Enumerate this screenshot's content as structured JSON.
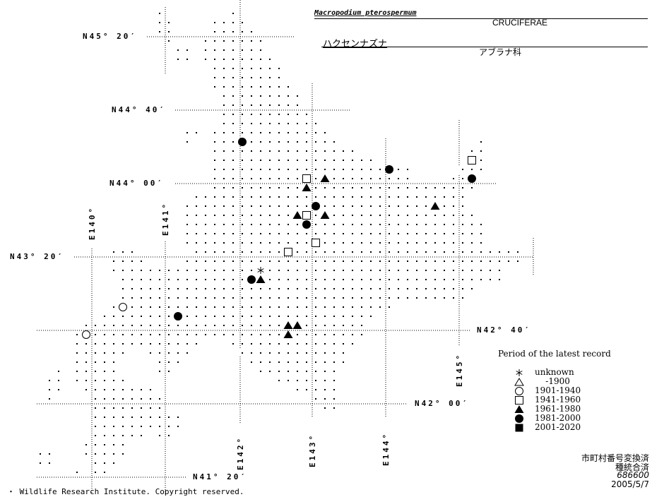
{
  "header": {
    "scientific_name": "Macropodium pterospermum",
    "family": "CRUCIFERAE",
    "japanese_name": "ハクセンナズナ",
    "japanese_family": "アブラナ科"
  },
  "grid_labels": {
    "lat": [
      "N45° 20′",
      "N44° 40′",
      "N44° 00′",
      "N43° 20′",
      "N42° 40′",
      "N42° 00′",
      "N41° 20′"
    ],
    "lon": [
      "E140°",
      "E141°",
      "E142°",
      "E143°",
      "E144°",
      "E145°"
    ]
  },
  "legend": {
    "title": "Period of the latest record",
    "items": [
      {
        "key": "unknown",
        "symbol": "asterisk-icon",
        "label": "unknown"
      },
      {
        "key": "p1900",
        "symbol": "open-triangle-icon",
        "label": "    -1900"
      },
      {
        "key": "p1940",
        "symbol": "open-circle-icon",
        "label": "1901-1940"
      },
      {
        "key": "p1960",
        "symbol": "open-square-icon",
        "label": "1941-1960"
      },
      {
        "key": "p1980",
        "symbol": "filled-triangle-icon",
        "label": "1961-1980"
      },
      {
        "key": "p2000",
        "symbol": "filled-circle-icon",
        "label": "1981-2000"
      },
      {
        "key": "p2020",
        "symbol": "filled-square-icon",
        "label": "2001-2020"
      }
    ]
  },
  "footer": {
    "status1": "市町村番号変換済",
    "status2": "種統合済",
    "code": "686600",
    "date": "2005/5/7",
    "copyright": "・ Wildlife Research Institute. Copyright reserved."
  }
}
